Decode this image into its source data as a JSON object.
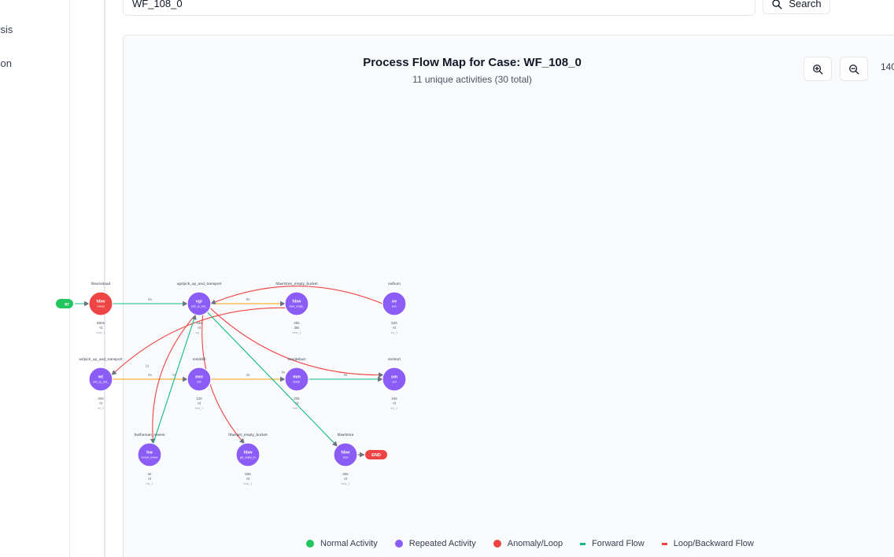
{
  "sidebar": {
    "items": [
      {
        "label": "ysis"
      },
      {
        "label": "son"
      }
    ]
  },
  "search": {
    "value": "WF_108_0",
    "button_label": "Search"
  },
  "map": {
    "title": "Process Flow Map for Case: WF_108_0",
    "subtitle": "11 unique activities (30 total)",
    "zoom_level": "140"
  },
  "diagram": {
    "start_label": "er",
    "end_label": "END",
    "colors": {
      "normal": "#22c55e",
      "repeated": "#8b5cf6",
      "anomaly": "#ef4444",
      "forward": "#10b981",
      "forward_alt": "#f59e0b",
      "loop": "#ef4444",
      "end": "#ef4444"
    },
    "nodes": [
      {
        "id": "hbw_unload",
        "label": "hbw/unload",
        "abbr": "hbw",
        "sub": "unload",
        "type": "anomaly",
        "duration": "860s",
        "count": "×3",
        "id_label": "hbw_1"
      },
      {
        "id": "vgr_pick",
        "label": "vgr/pick_up_and_transport",
        "abbr": "vgr",
        "sub": "pick_up_and_",
        "type": "repeated",
        "duration": "44s",
        "count": "×2",
        "id_label": "vgr_1"
      },
      {
        "id": "hbw_store_empty",
        "label": "hbw/store_empty_bucket",
        "abbr": "hbw",
        "sub": "store_empty_",
        "type": "repeated",
        "duration": "46s",
        "count": "36s",
        "id_label": "hbw_1"
      },
      {
        "id": "ov_burn",
        "label": "ov/burn",
        "abbr": "ov",
        "sub": "burn",
        "type": "repeated",
        "duration": "52s",
        "count": "×2",
        "id_label": "ov_1"
      },
      {
        "id": "wt_pick",
        "label": "wt/pick_up_and_transport",
        "abbr": "wt",
        "sub": "pick_up_and_",
        "type": "repeated",
        "duration": "40s",
        "count": "×2",
        "id_label": "wt_1"
      },
      {
        "id": "mm_drill",
        "label": "mm/drill",
        "abbr": "mm",
        "sub": "drill",
        "type": "repeated",
        "duration": "12s",
        "count": "×2",
        "id_label": "mm_1"
      },
      {
        "id": "mm_deburr",
        "label": "mm/deburr",
        "abbr": "mm",
        "sub": "deburr",
        "type": "repeated",
        "duration": "23s",
        "count": "×2",
        "id_label": "mm_1"
      },
      {
        "id": "sm_sort",
        "label": "sm/sort",
        "abbr": "sm",
        "sub": "sort",
        "type": "repeated",
        "duration": "15s",
        "count": "×2",
        "id_label": "sm_1"
      },
      {
        "id": "hw_review",
        "label": "hw/human_review",
        "abbr": "hw",
        "sub": "human_review",
        "type": "repeated",
        "duration": "4s",
        "count": "×2",
        "id_label": "hw_1"
      },
      {
        "id": "hbw_get_empty",
        "label": "hbw/get_empty_bucket",
        "abbr": "hbw",
        "sub": "get_empty_bu",
        "type": "repeated",
        "duration": "93s",
        "count": "×2",
        "id_label": "hbw_1"
      },
      {
        "id": "hbw_store",
        "label": "hbw/store",
        "abbr": "hbw",
        "sub": "store",
        "type": "repeated",
        "duration": "48s",
        "count": "×2",
        "id_label": "hbw_1"
      }
    ],
    "edges": [
      {
        "from": "start",
        "to": "hbw_unload",
        "kind": "forward",
        "label": ""
      },
      {
        "from": "hbw_unload",
        "to": "vgr_pick",
        "kind": "forward",
        "label": "4s"
      },
      {
        "from": "vgr_pick",
        "to": "hbw_store_empty",
        "kind": "forward_alt",
        "label": "9s"
      },
      {
        "from": "ov_burn",
        "to": "vgr_pick",
        "kind": "loop",
        "label": ""
      },
      {
        "from": "hbw_store_empty",
        "to": "wt_pick",
        "kind": "loop",
        "label": ""
      },
      {
        "from": "vgr_pick",
        "to": "sm_sort",
        "kind": "loop",
        "label": "4s"
      },
      {
        "from": "wt_pick",
        "to": "mm_drill",
        "kind": "forward_alt",
        "label": "5s"
      },
      {
        "from": "mm_drill",
        "to": "mm_deburr",
        "kind": "forward_alt",
        "label": "4s"
      },
      {
        "from": "mm_deburr",
        "to": "sm_sort",
        "kind": "forward",
        "label": "3s"
      },
      {
        "from": "vgr_pick",
        "to": "hw_review",
        "kind": "loop",
        "label": "1s"
      },
      {
        "from": "hw_review",
        "to": "vgr_pick",
        "kind": "forward",
        "label": "2s"
      },
      {
        "from": "vgr_pick",
        "to": "hbw_get_empty",
        "kind": "loop",
        "label": "3s"
      },
      {
        "from": "vgr_pick",
        "to": "hbw_store",
        "kind": "forward",
        "label": ""
      },
      {
        "from": "hbw_store",
        "to": "end",
        "kind": "end",
        "label": ""
      }
    ]
  },
  "legend": {
    "items": [
      {
        "label": "Normal Activity",
        "color": "#22c55e",
        "shape": "dot"
      },
      {
        "label": "Repeated Activity",
        "color": "#8b5cf6",
        "shape": "dot"
      },
      {
        "label": "Anomaly/Loop",
        "color": "#ef4444",
        "shape": "dot"
      },
      {
        "label": "Forward Flow",
        "color": "#10b981",
        "shape": "dash"
      },
      {
        "label": "Loop/Backward Flow",
        "color": "#ef4444",
        "shape": "dash"
      }
    ]
  }
}
